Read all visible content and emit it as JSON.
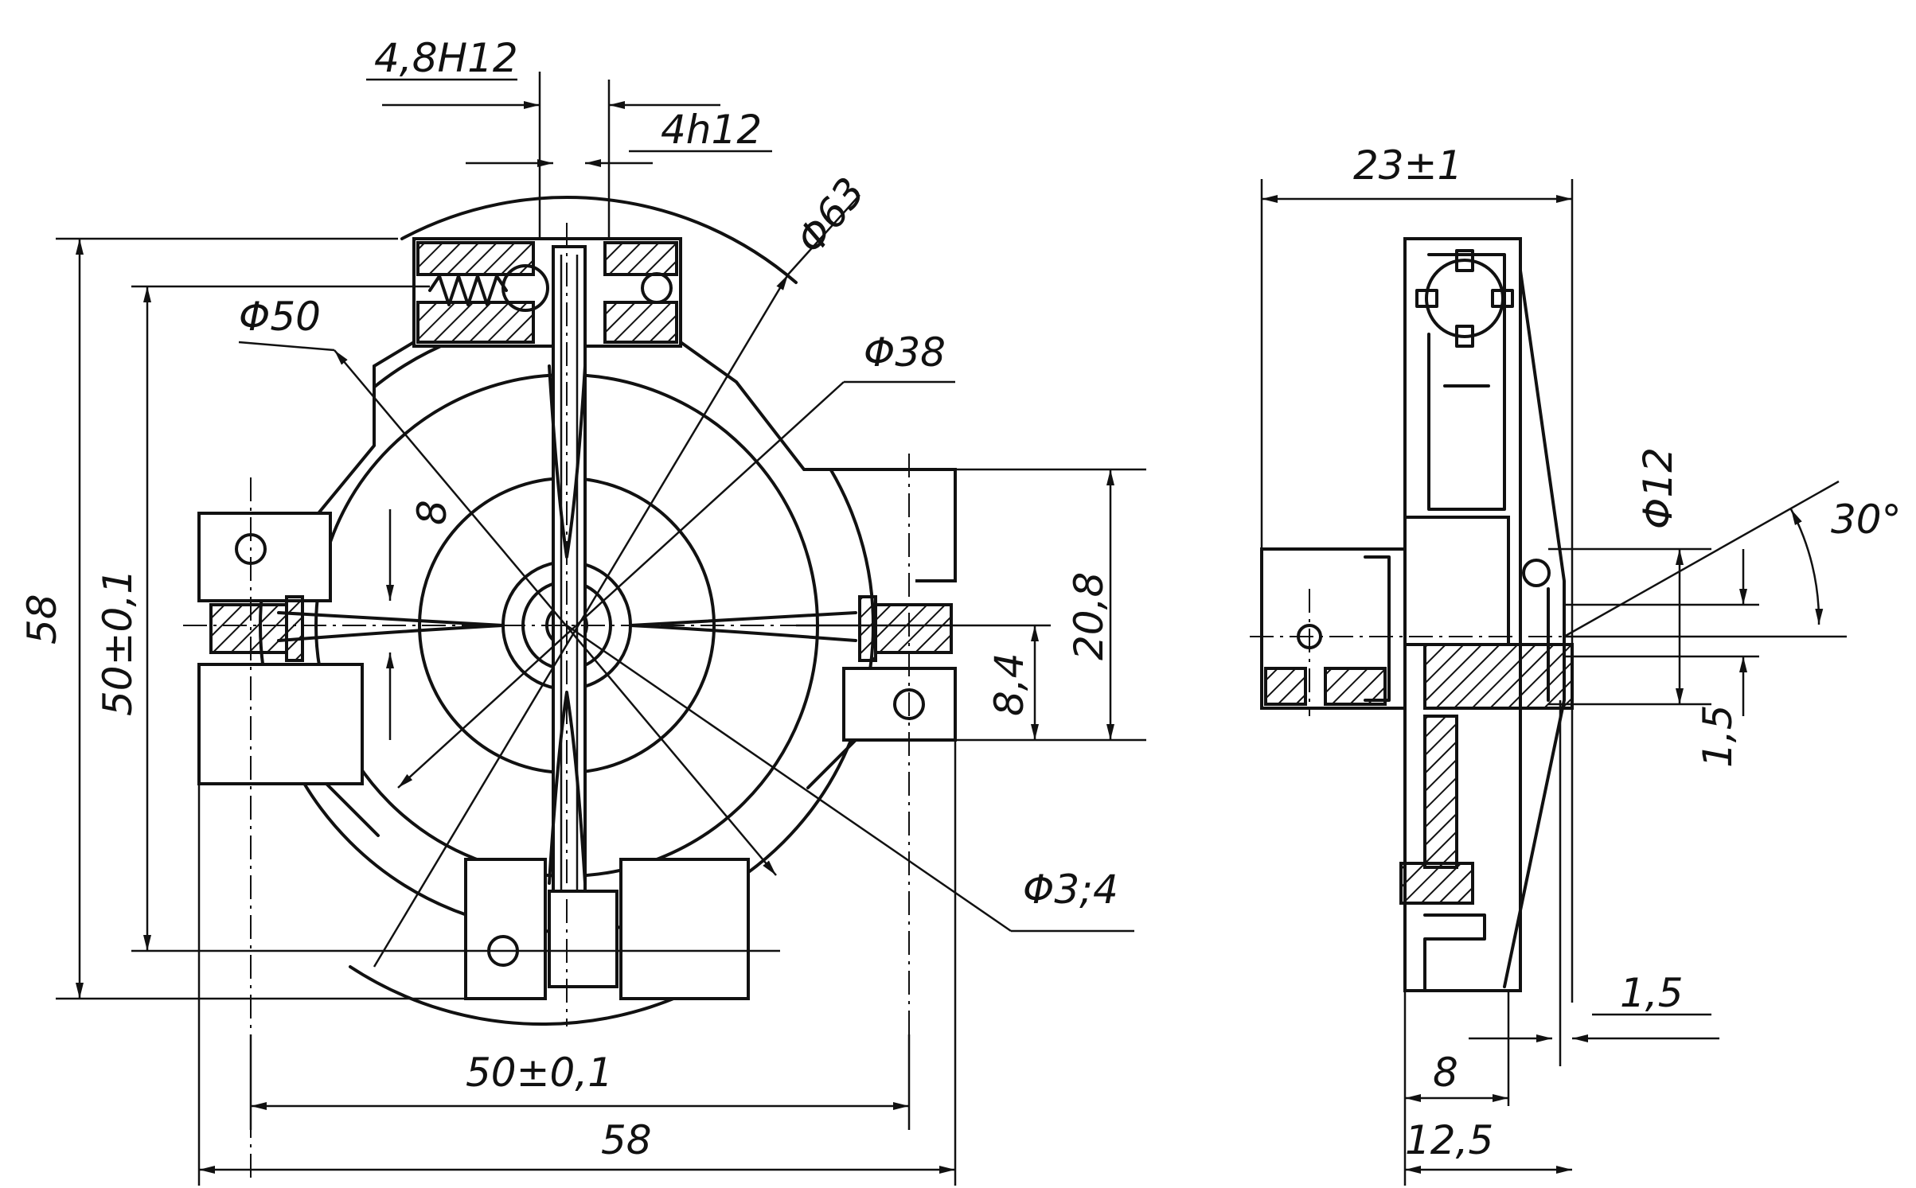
{
  "front_view": {
    "dims": {
      "slot_width": "4,8H12",
      "key_width": "4h12",
      "outer_diameter": "Φ63",
      "diameter_50": "Φ50",
      "diameter_38": "Φ38",
      "height_overall": "58",
      "height_tolerance": "50±0,1",
      "dim_8": "8",
      "dim_20_8": "20,8",
      "dim_8_4": "8,4",
      "hole_diameters": "Φ3;4",
      "width_tolerance": "50±0,1",
      "width_overall": "58"
    }
  },
  "side_view": {
    "dims": {
      "thickness": "23±1",
      "shaft_diameter": "Φ12",
      "angle": "30°",
      "dim_1_5_vertical": "1,5",
      "dim_1_5_horizontal": "1,5",
      "dim_8": "8",
      "dim_12_5": "12,5"
    }
  }
}
